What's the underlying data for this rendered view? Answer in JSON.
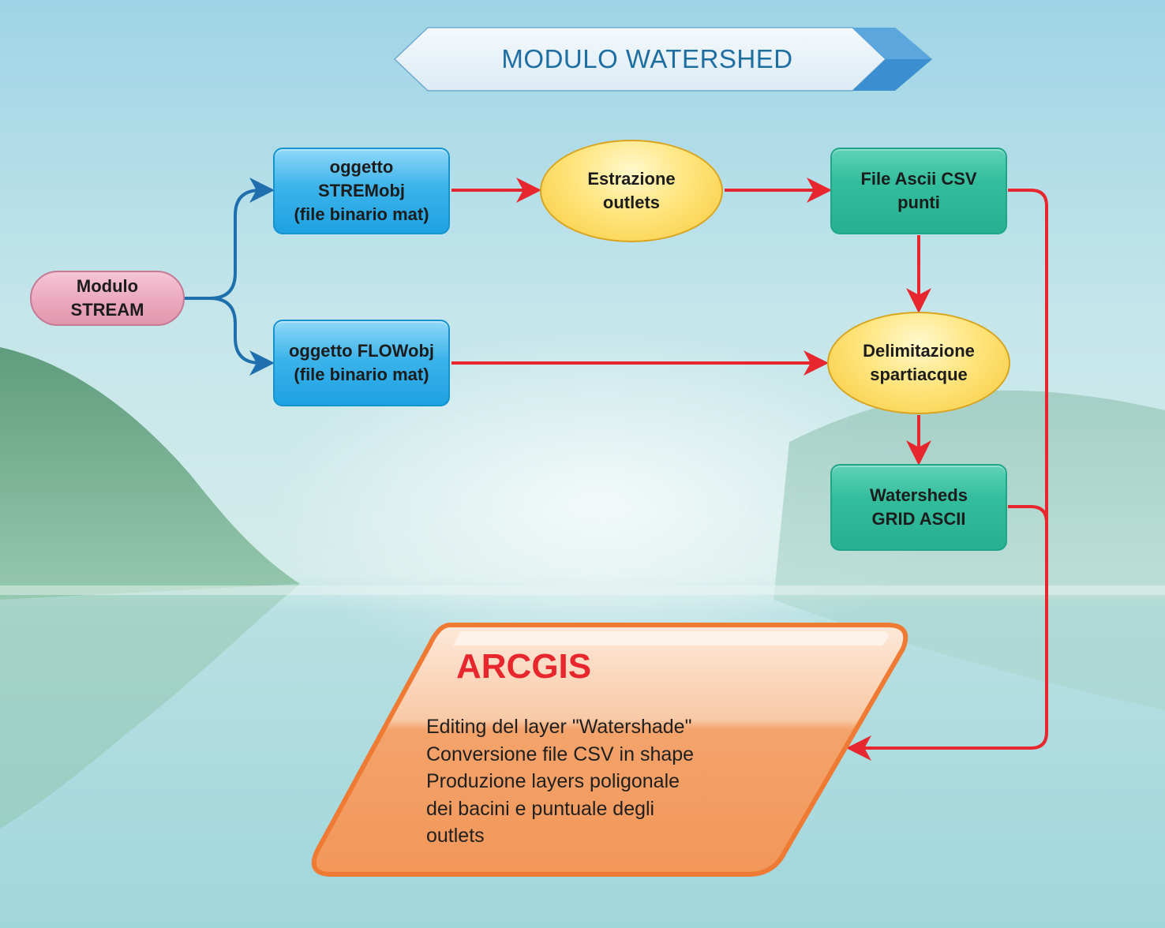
{
  "title": "MODULO WATERSHED",
  "colors": {
    "title_text": "#1d6fa1",
    "arrow_red": "#e8262d",
    "arrow_blue": "#1f6fae",
    "node_blue": "#1ea2e2",
    "node_green": "#2bb596",
    "node_yellow": "#ffd95a",
    "node_pink": "#eaa8bd",
    "arcgis_orange": "#f08b47"
  },
  "nodes": {
    "modulo_stream": "Modulo\nSTREAM",
    "stremobj": "oggetto\nSTREMobj\n(file binario mat)",
    "flowobj": "oggetto FLOWobj\n(file binario mat)",
    "estrazione": "Estrazione\noutlets",
    "file_ascii": "File Ascii CSV\npunti",
    "delimitazione": "Delimitazione\nspartiacque",
    "watersheds": "Watersheds\nGRID ASCII"
  },
  "arcgis": {
    "title": "ARCGIS",
    "lines": [
      "Editing del layer \"Watershade\"",
      "Conversione file CSV in shape",
      "Produzione layers poligonale",
      "dei bacini e puntuale degli",
      "outlets"
    ]
  }
}
